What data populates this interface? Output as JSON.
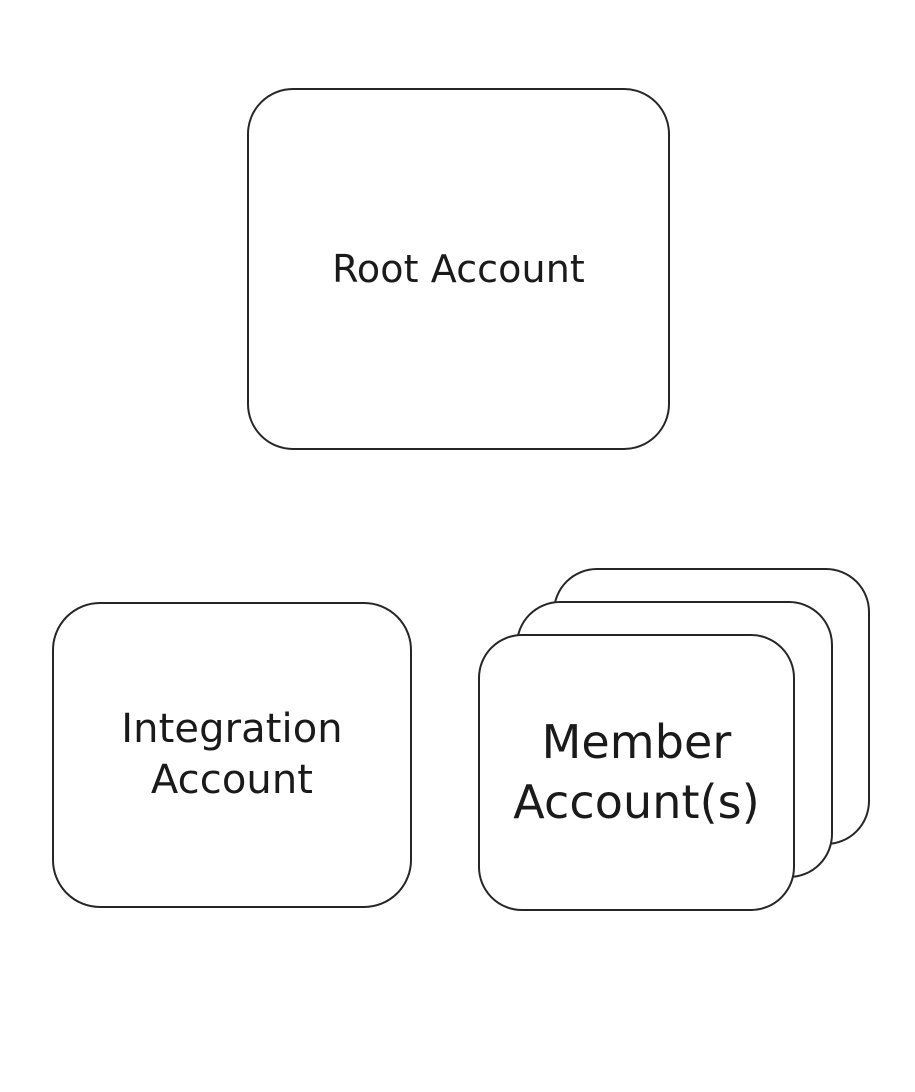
{
  "diagram": {
    "type": "account-hierarchy",
    "background_color": "#ffffff",
    "border_color": "#262626",
    "fill_color": "#ffffff",
    "text_color": "#1a1a1a",
    "nodes": [
      {
        "id": "root-account",
        "label": "Root Account",
        "shape": "rounded-rectangle",
        "stacked": false,
        "layers": 1
      },
      {
        "id": "integration-account",
        "label": "Integration\nAccount",
        "shape": "rounded-rectangle",
        "stacked": false,
        "layers": 1
      },
      {
        "id": "member-accounts",
        "label": "Member\nAccount(s)",
        "shape": "rounded-rectangle-stack",
        "stacked": true,
        "layers": 3
      }
    ]
  }
}
